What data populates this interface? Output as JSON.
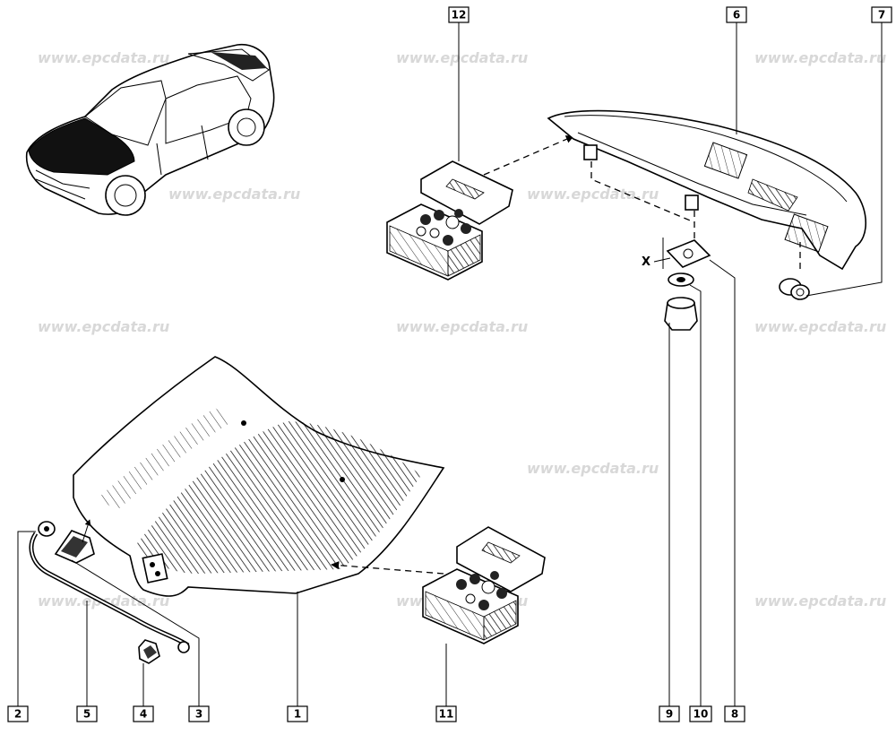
{
  "watermark": "www.epcdata.ru",
  "axis_label": "X",
  "callouts": {
    "c1": "1",
    "c2": "2",
    "c3": "3",
    "c4": "4",
    "c5": "5",
    "c6": "6",
    "c7": "7",
    "c8": "8",
    "c9": "9",
    "c10": "10",
    "c11": "11",
    "c12": "12"
  }
}
